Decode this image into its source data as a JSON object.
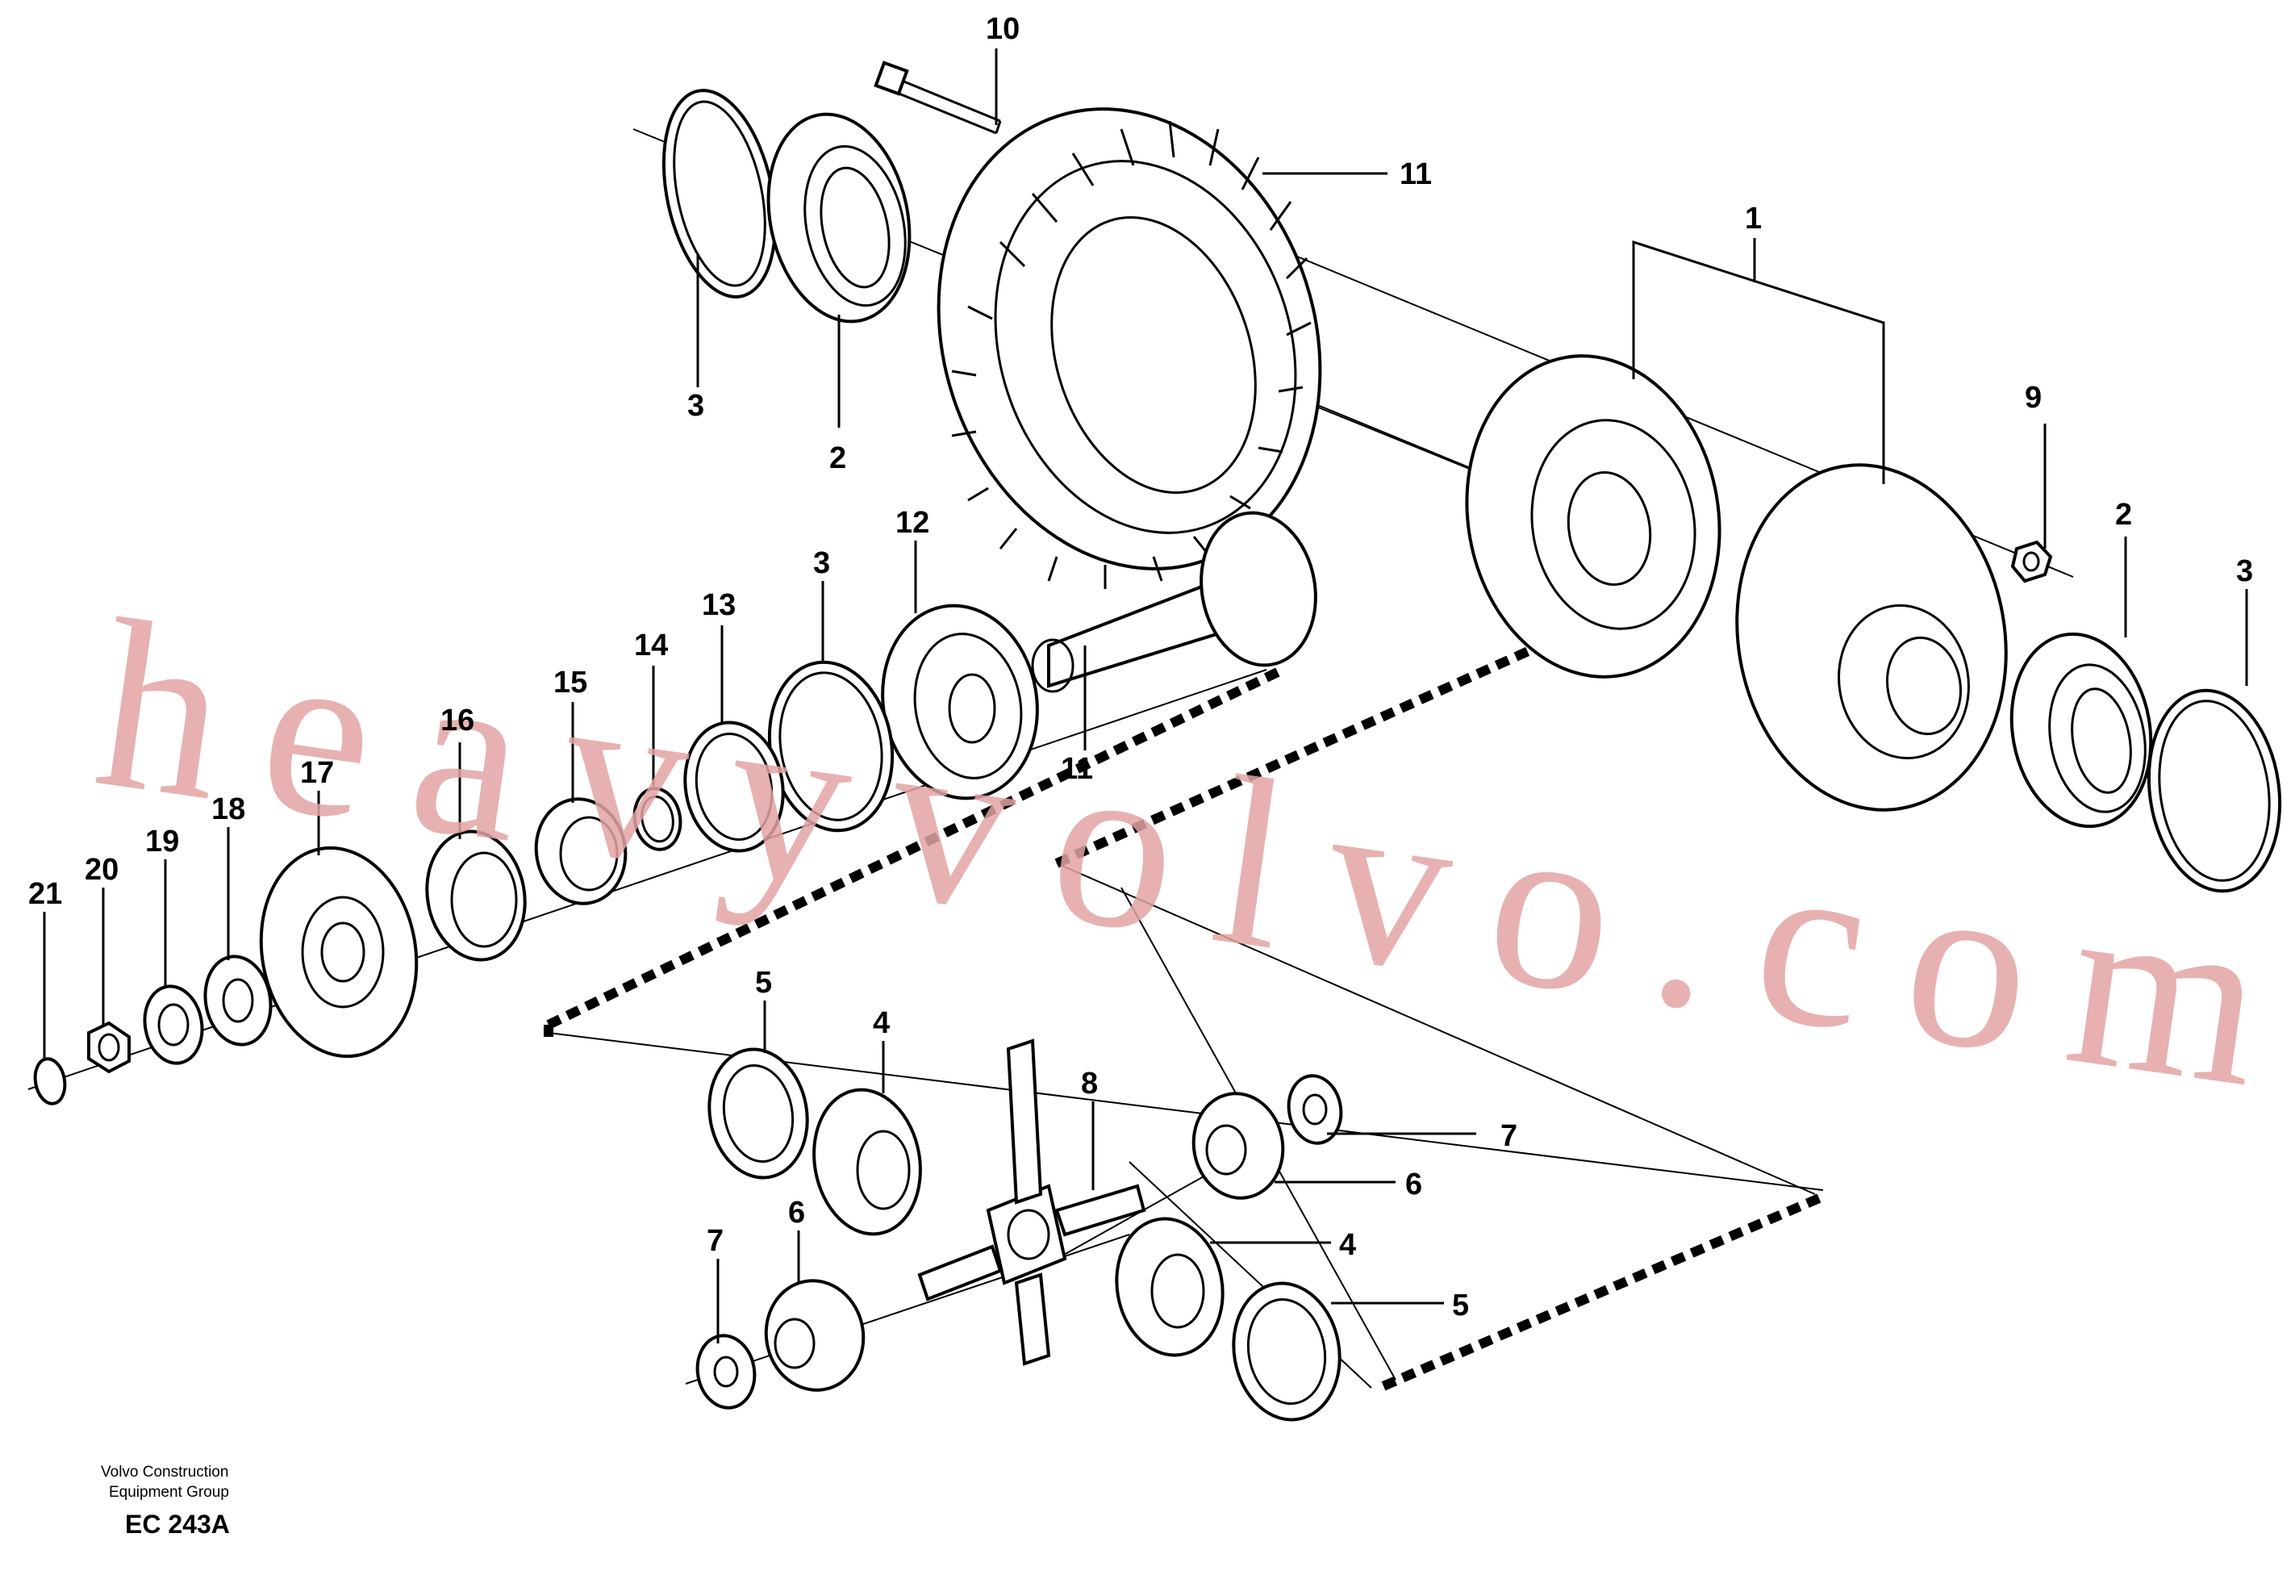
{
  "watermark": "heavyvolvo.com",
  "footer": {
    "company_line1": "Volvo Construction",
    "company_line2": "Equipment Group",
    "code": "EC 243A"
  },
  "callouts": [
    "1",
    "2",
    "2",
    "3",
    "3",
    "3",
    "4",
    "4",
    "5",
    "5",
    "6",
    "6",
    "7",
    "7",
    "8",
    "9",
    "10",
    "11",
    "11",
    "12",
    "13",
    "14",
    "15",
    "16",
    "17",
    "18",
    "19",
    "20",
    "21"
  ]
}
